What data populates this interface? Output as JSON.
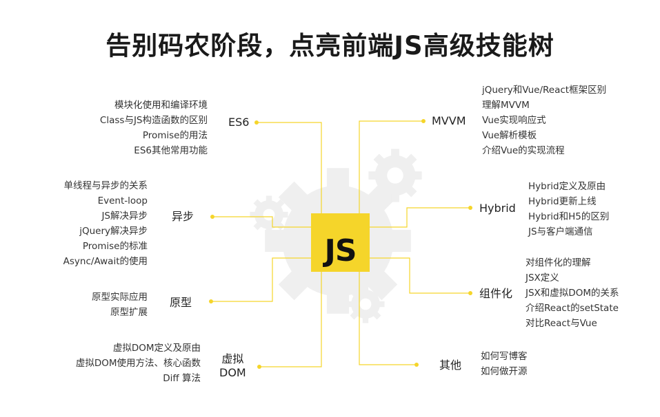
{
  "title": "告别码农阶段，点亮前端JS高级技能树",
  "center_label": "JS",
  "colors": {
    "accent": "#f5d52a",
    "gear": "#eeeeee",
    "line": "#f5d52a",
    "text": "#222222"
  },
  "branches": {
    "es6": {
      "title": "ES6",
      "items": [
        "模块化使用和编译环境",
        "Class与JS构造函数的区别",
        "Promise的用法",
        "ES6其他常用功能"
      ]
    },
    "async": {
      "title": "异步",
      "items": [
        "单线程与异步的关系",
        "Event-loop",
        "JS解决异步",
        "jQuery解决异步",
        "Promise的标准",
        "Async/Await的使用"
      ]
    },
    "proto": {
      "title": "原型",
      "items": [
        "原型实际应用",
        "原型扩展"
      ]
    },
    "vdom": {
      "title_line1": "虚拟",
      "title_line2": "DOM",
      "items": [
        "虚拟DOM定义及原由",
        "虚拟DOM使用方法、核心函数",
        "Diff 算法"
      ]
    },
    "mvvm": {
      "title": "MVVM",
      "items": [
        "jQuery和Vue/React框架区别",
        "理解MVVM",
        "Vue实现响应式",
        "Vue解析模板",
        "介绍Vue的实现流程"
      ]
    },
    "hybrid": {
      "title": "Hybrid",
      "items": [
        "Hybrid定义及原由",
        "Hybrid更新上线",
        "Hybrid和H5的区别",
        "JS与客户端通信"
      ]
    },
    "component": {
      "title": "组件化",
      "items": [
        "对组件化的理解",
        "JSX定义",
        "JSX和虚拟DOM的关系",
        "介绍React的setState",
        "对比React与Vue"
      ]
    },
    "other": {
      "title": "其他",
      "items": [
        "如何写博客",
        "如何做开源"
      ]
    }
  }
}
